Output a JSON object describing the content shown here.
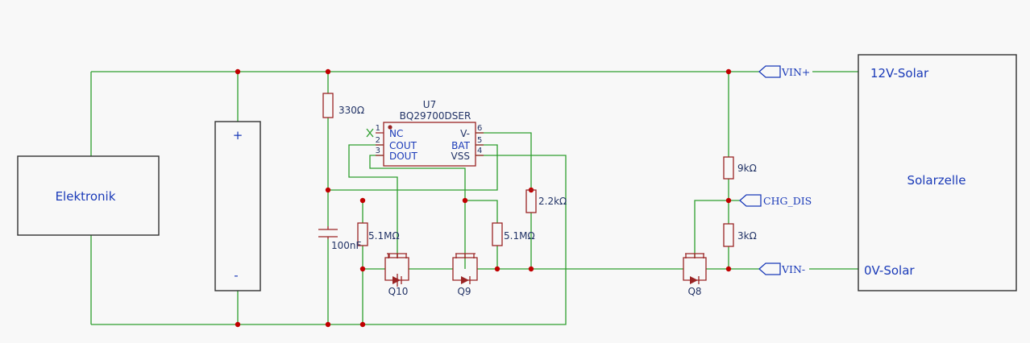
{
  "blocks": {
    "elektronik": "Elektronik",
    "solarzelle": "Solarzelle",
    "battery_plus": "+",
    "battery_minus": "-"
  },
  "net_labels": {
    "vin_plus": "VIN+",
    "vin_minus": "VIN-",
    "chg_dis": "CHG_DIS"
  },
  "solar_pins": {
    "top": "12V-Solar",
    "bottom": "0V-Solar"
  },
  "ic": {
    "ref": "U7",
    "part": "BQ29700DSER",
    "pins": [
      {
        "num": "1",
        "name": "NC"
      },
      {
        "num": "2",
        "name": "COUT"
      },
      {
        "num": "3",
        "name": "DOUT"
      },
      {
        "num": "6",
        "name": "V-"
      },
      {
        "num": "5",
        "name": "BAT"
      },
      {
        "num": "4",
        "name": "VSS"
      }
    ]
  },
  "components": {
    "r_330": "330Ω",
    "c_100n": "100nF",
    "r_5m1_a": "5.1MΩ",
    "r_5m1_b": "5.1MΩ",
    "r_2k2": "2.2kΩ",
    "r_9k": "9kΩ",
    "r_3k": "3kΩ",
    "q10": "Q10",
    "q9": "Q9",
    "q8": "Q8"
  },
  "colors": {
    "wire": "#2e9e2e",
    "part": "#9a2424",
    "junction": "#c00000",
    "label": "#1a3ab8"
  }
}
